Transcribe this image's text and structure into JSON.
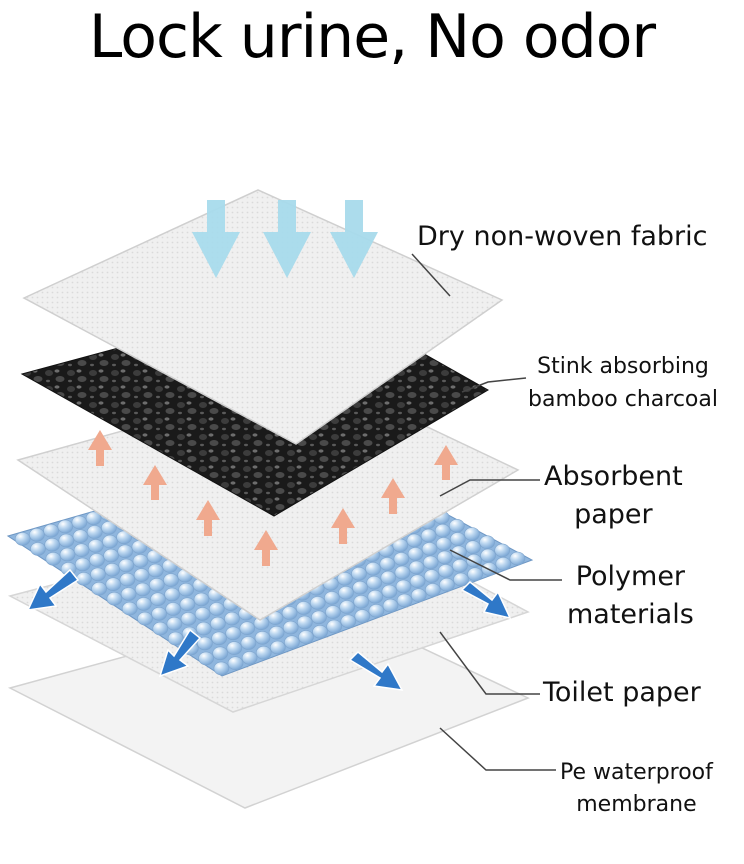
{
  "title": "Lock urine, No odor",
  "layers": {
    "fabric": "Dry non-woven fabric",
    "charcoal": [
      "Stink absorbing",
      "bamboo charcoal"
    ],
    "absorbent": [
      "Absorbent",
      "paper"
    ],
    "polymer": [
      "Polymer",
      "materials"
    ],
    "toilet": "Toilet paper",
    "membrane": [
      "Pe waterproof",
      "membrane"
    ]
  },
  "colors": {
    "layer_fill": "#f1f1f1",
    "layer_edge": "#dcdcdc",
    "charcoal": "#1b1b1b",
    "bead": "#a9c9e8",
    "down_arrow": "#a8d9ea",
    "up_arrow": "#efa98e",
    "spread_arrow": "#2f78c8",
    "leader_line": "#444444"
  },
  "icons": [
    "arrow-down-icon",
    "arrow-up-icon",
    "arrow-spread-icon"
  ]
}
